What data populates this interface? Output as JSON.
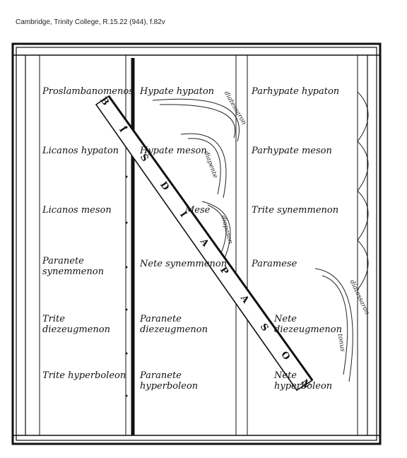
{
  "caption": "Cambridge, Trinity College, R.15.22 (944), f.82v",
  "columns": [
    {
      "cells": [
        "Proslambanomenos",
        "Licanos hypaton",
        "Licanos meson",
        "Paranete synemmenon",
        "Trite diezeugmenon",
        "Trite hyperboleon"
      ]
    },
    {
      "cells": [
        "Hypate hypaton",
        "Hypate meson",
        "Mese",
        "Nete synemmenon",
        "Paranete diezeugmenon",
        "Paranete hyperboleon"
      ]
    },
    {
      "cells": [
        "Parhypate hypaton",
        "Parhypate meson",
        "Trite synemmenon",
        "Paramese",
        "Nete diezeugmenon",
        "Nete hyperboleon"
      ]
    }
  ],
  "diagonal_letters": [
    "B",
    "I",
    "S",
    "D",
    "I",
    "A",
    "P",
    "A",
    "S",
    "O",
    "N"
  ],
  "arc_labels": [
    "diatessaron",
    "diapente",
    "diapason",
    "diatessaron",
    "tonus"
  ]
}
